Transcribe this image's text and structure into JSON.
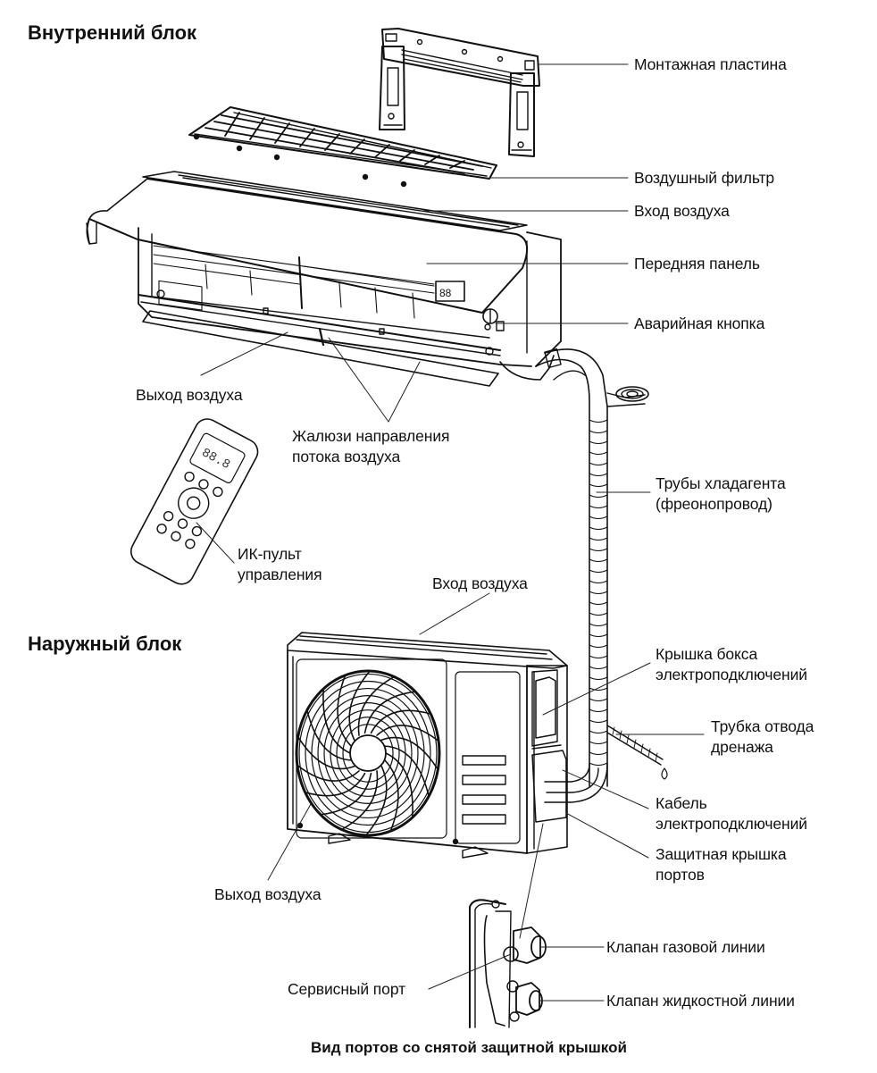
{
  "sections": {
    "indoor_title": "Внутренний блок",
    "outdoor_title": "Наружный блок"
  },
  "indoor_labels": {
    "mounting_plate": "Монтажная пластина",
    "air_filter": "Воздушный фильтр",
    "air_inlet": "Вход воздуха",
    "front_panel": "Передняя панель",
    "emergency_button": "Аварийная кнопка",
    "air_outlet": "Выход воздуха",
    "louvers_line1": "Жалюзи направления",
    "louvers_line2": "потока воздуха",
    "remote_line1": "ИК-пульт",
    "remote_line2": "управления"
  },
  "pipe_labels": {
    "refrigerant_line1": "Трубы хладагента",
    "refrigerant_line2": "(фреонопровод)"
  },
  "outdoor_labels": {
    "air_inlet": "Вход воздуха",
    "electrical_box_line1": "Крышка бокса",
    "electrical_box_line2": "электроподключений",
    "drain_line1": "Трубка отвода",
    "drain_line2": "дренажа",
    "cable_line1": "Кабель",
    "cable_line2": "электроподключений",
    "port_cover_line1": "Защитная крышка",
    "port_cover_line2": "портов",
    "air_outlet": "Выход воздуха"
  },
  "port_labels": {
    "gas_valve": "Клапан газовой линии",
    "service_port": "Сервисный порт",
    "liquid_valve": "Клапан жидкостной линии",
    "caption": "Вид портов со снятой защитной крышкой"
  },
  "remote_display": "88.8"
}
